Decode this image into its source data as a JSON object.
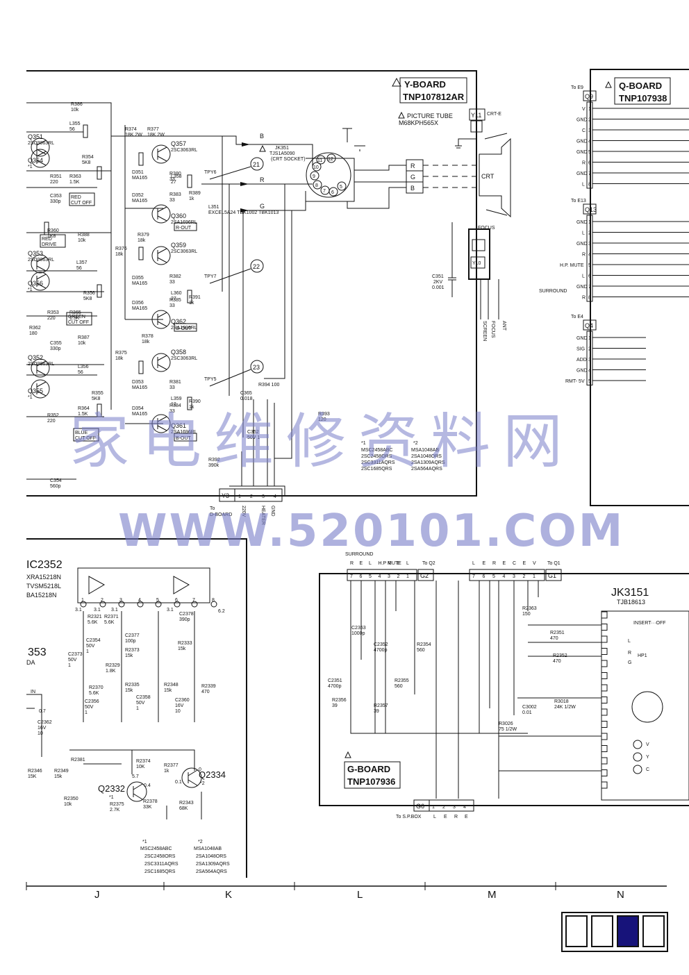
{
  "y_board": {
    "name": "Y-BOARD",
    "part": "TNP107812AR",
    "picture_tube_label": "PICTURE TUBE",
    "picture_tube_part": "M68KPH565X",
    "socket_ref": "JK351",
    "socket_part": "TJS1A5090",
    "socket_name": "(CRT SOCKET)",
    "connector_crt": "Y11",
    "connector_crt_label": "CRT-E",
    "crt_label": "CRT",
    "focus_label": "FOCUS",
    "focus_conn": "Y10",
    "screen_label": "SCREEN",
    "focus_out_label": "FOCUS",
    "ant_label": "ANT",
    "cap_c351": "C351",
    "cap_c351_v": "2KV",
    "cap_c351_val": "0.001",
    "conn_y3": "Y3",
    "to_dboard": "To",
    "dboard": "D-BOARD",
    "v220": "220V",
    "heater": "HEATER",
    "gnd": "GND",
    "pins_y3": [
      "1",
      "2",
      "3",
      "4"
    ],
    "rgb_lines": [
      "B",
      "R",
      "G"
    ],
    "crt_pins": [
      "R",
      "G",
      "B"
    ],
    "test_points": [
      "21",
      "22",
      "23"
    ],
    "tp_labels": [
      "TPY6",
      "TPY7",
      "TPY5"
    ],
    "socket_pins": [
      "10",
      "11",
      "12",
      "9",
      "8",
      "7",
      "6",
      "5"
    ],
    "transistors": [
      {
        "ref": "Q351",
        "part": "2SC3063RL"
      },
      {
        "ref": "Q354",
        "part": "*1"
      },
      {
        "ref": "Q353",
        "part": "2SC3063RL"
      },
      {
        "ref": "Q356",
        "part": "*1"
      },
      {
        "ref": "Q352",
        "part": "2SC3063RL"
      },
      {
        "ref": "Q355",
        "part": "*1"
      },
      {
        "ref": "Q357",
        "part": "2SC3063RL"
      },
      {
        "ref": "Q360",
        "part": "2SA1696RL"
      },
      {
        "ref": "Q359",
        "part": "2SC3063RL"
      },
      {
        "ref": "Q362",
        "part": "2SA1696RL"
      },
      {
        "ref": "Q358",
        "part": "2SC3063RL"
      },
      {
        "ref": "Q361",
        "part": "2SA1696RL"
      }
    ],
    "tags": [
      "RED CUT OFF",
      "RED DRIVE",
      "GREEN CUT OFF",
      "BLUE CUT OFF",
      "R-OUT",
      "G-OUT",
      "B-OUT"
    ],
    "components": [
      "R386 10k",
      "L355 56",
      "R374 18K 2W",
      "R377 18K 2W",
      "R354 5K8",
      "R351 220",
      "R363 1.5K",
      "C353 330p",
      "R360 1K8",
      "R388 10k",
      "L357 56",
      "R356 5K8",
      "R365 1.5K",
      "R353 220",
      "R362 180",
      "C355 330p",
      "R387 10k",
      "L356 56",
      "R355 5K8",
      "R364 1.5K",
      "R352 220",
      "C354 560p",
      "R380 33",
      "L358 27",
      "R389 1k",
      "R383 33",
      "R379 18k",
      "R376 18k",
      "R382 33",
      "L360 27",
      "R391 1k",
      "R385 33",
      "R378 18k",
      "R375 18k",
      "R381 33",
      "L359 12",
      "R390 1k",
      "R384 33",
      "D351 MA165",
      "D352 MA165",
      "D355 MA165",
      "D356 MA165",
      "D353 MA165",
      "D354 MA165",
      "L351 EXCEL5A24 TBK1002 TBK1013",
      "C365 0.018",
      "C352 50V 1",
      "R392 390k",
      "R394 100",
      "R393 120"
    ],
    "transistor_notes": {
      "n1": "*1",
      "n1_parts": [
        "MSC2458ABC",
        "2SC2458ORS",
        "2SC3311AQRS",
        "2SC1685QRS"
      ],
      "n2": "*2",
      "n2_parts": [
        "MSA1048AB",
        "2SA1048ORS",
        "2SA1309AQRS",
        "2SA564AQRS"
      ]
    }
  },
  "q_board": {
    "name": "Q-BOARD",
    "part": "TNP107938",
    "connectors": [
      {
        "to": "To E9",
        "ref": "Q9",
        "pins": [
          "V",
          "GND",
          "C",
          "GND",
          "GND",
          "R",
          "GND",
          "L"
        ]
      },
      {
        "to": "To E13",
        "ref": "Q13",
        "pins": [
          "GND",
          "L",
          "GND",
          "R",
          "H.P. MUTE",
          "L",
          "GND",
          "R"
        ]
      },
      {
        "to": "To E4",
        "ref": "Q4",
        "pins": [
          "GND",
          "SIG",
          "ADD",
          "GND",
          "RMT- 5V"
        ]
      }
    ],
    "surround_label": "SURROUND"
  },
  "ic_board": {
    "ic_ref": "IC2352",
    "ic_parts": [
      "XRA15218N",
      "TVSM5218L",
      "BA15218N"
    ],
    "ic2": "353",
    "ic2_suffix": "DA",
    "in_label": "IN",
    "transistors": [
      {
        "ref": "Q2332",
        "part": "*1"
      },
      {
        "ref": "Q2334",
        "part": "*2"
      }
    ],
    "components": [
      "R2321 5.6K",
      "R2371 5.6K",
      "C2377 100p",
      "C2378 390p",
      "C2354 50V 1",
      "R2373 15k",
      "R2333 15k",
      "C2373 50V 1",
      "R2329 1.8K",
      "R2370 5.6K",
      "R2335 15k",
      "R2348 15k",
      "R2339 470",
      "C2356 50V 1",
      "C2358 50V 1",
      "C2360 16V 10",
      "C2362 16V 10",
      "R2374 10K",
      "R2377 1k",
      "R2381",
      "R2346 15K",
      "R2349 15k",
      "R2350 10k",
      "R2375 2.7K",
      "R2378 33K",
      "R2343 68K"
    ],
    "pin_vals": [
      "3.1",
      "3.1",
      "3.1",
      "3.1",
      "6.2",
      "0.7",
      "5.7",
      "0.4",
      "0.1",
      "0"
    ],
    "transistor_notes": {
      "n1": "*1",
      "n1_parts": [
        "MSC2458ABC",
        "2SC2458ORS",
        "2SC3311AQRS",
        "2SC1685QRS"
      ],
      "n2": "*2",
      "n2_parts": [
        "MSA1048AB",
        "2SA1048ORS",
        "2SA1309AQRS",
        "2SA564AQRS"
      ]
    }
  },
  "g_board": {
    "name": "G-BOARD",
    "part": "TNP107936",
    "g2": {
      "ref": "G2",
      "to": "To Q2",
      "pins": [
        "7",
        "6",
        "5",
        "4",
        "3",
        "2",
        "1"
      ],
      "labels": [
        "SURROUND",
        "R",
        "E",
        "L",
        "H.P MUTE",
        "R",
        "E",
        "L"
      ]
    },
    "g1": {
      "ref": "G1",
      "to": "To Q1",
      "pins": [
        "7",
        "6",
        "5",
        "4",
        "3",
        "2",
        "1"
      ],
      "labels": [
        "L",
        "E",
        "R",
        "E",
        "C",
        "E",
        "V"
      ]
    },
    "g6": {
      "ref": "G6",
      "to": "To S.P.BOX",
      "pins": [
        "1",
        "2",
        "3",
        "4"
      ],
      "labels": [
        "L",
        "E",
        "R",
        "E"
      ]
    },
    "jack_ref": "JK3151",
    "jack_part": "TJB18613",
    "insert_label": "INSERT···OFF",
    "hp_label": "HP1",
    "jack_labels": [
      "L",
      "R",
      "G",
      "V",
      "Y",
      "C"
    ],
    "components": [
      "C2353 1000p",
      "C2352 4700p",
      "R2354 560",
      "C2351 4700p",
      "R2355 560",
      "R2356 39",
      "R2357 39",
      "R2363 150",
      "R2351 470",
      "R2352 470",
      "C3002 0.01",
      "R3018 24K 1/2W",
      "R3026 75 1/2W"
    ]
  },
  "watermark": {
    "chinese": "家电维修资料网",
    "url": "WWW.520101.COM"
  },
  "column_letters": [
    "J",
    "K",
    "L",
    "M",
    "N"
  ],
  "nav": {
    "boxes": 4,
    "active_index": 2
  }
}
